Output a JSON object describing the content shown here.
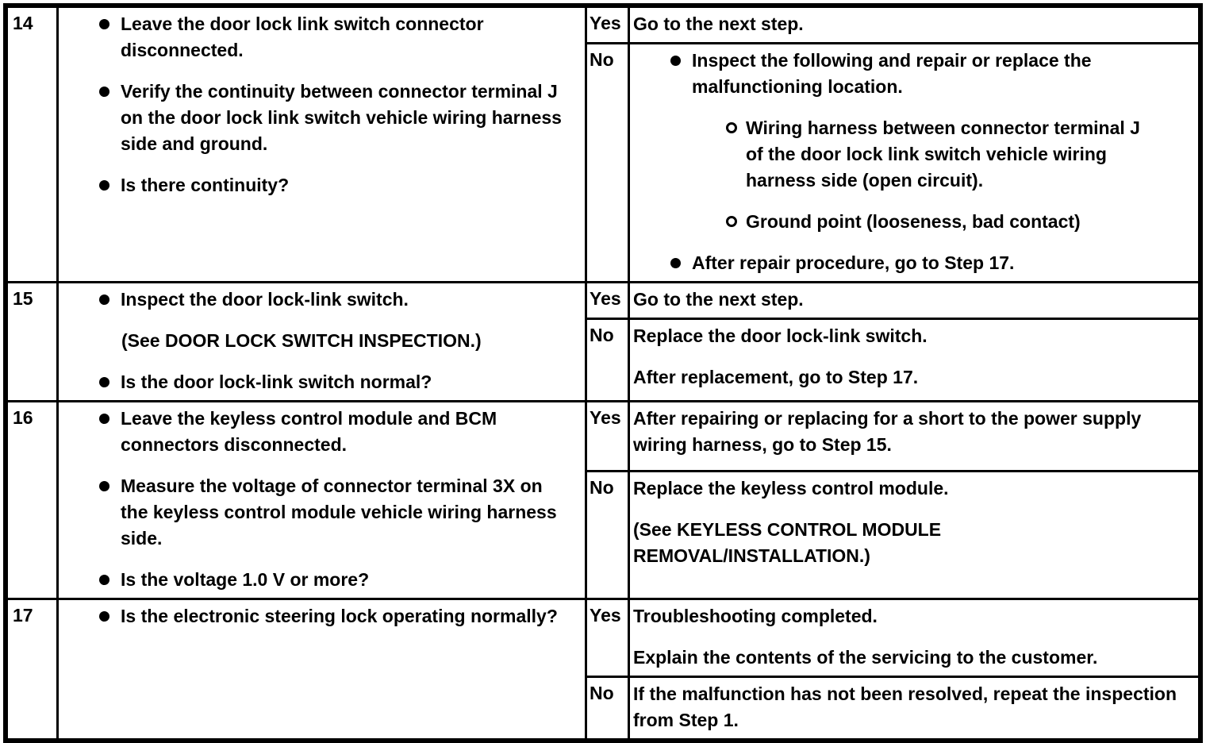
{
  "colors": {
    "ink": "#000000",
    "paper": "#ffffff"
  },
  "labels": {
    "yes": "Yes",
    "no": "No"
  },
  "steps": [
    {
      "number": "14",
      "action": [
        {
          "style": "bullet1",
          "text": "Leave the door lock link switch connector\ndisconnected."
        },
        {
          "style": "bullet1",
          "text": "Verify the continuity between connector terminal J\non the door lock link switch vehicle wiring harness\nside and ground."
        },
        {
          "style": "bullet1",
          "text": "Is there continuity?"
        }
      ],
      "yes": [
        {
          "style": "para",
          "text": "Go to the next step."
        }
      ],
      "no": [
        {
          "style": "bullet1",
          "text": "Inspect the following and repair or replace the\nmalfunctioning location."
        },
        {
          "style": "bullet2",
          "text": "Wiring harness between connector terminal J\nof the door lock link switch vehicle wiring\nharness side (open circuit)."
        },
        {
          "style": "bullet2",
          "text": "Ground point (looseness, bad contact)"
        },
        {
          "style": "bullet1",
          "text": "After repair procedure, go to Step 17."
        }
      ]
    },
    {
      "number": "15",
      "action": [
        {
          "style": "bullet1",
          "text": "Inspect the door lock-link switch."
        },
        {
          "style": "para-indent",
          "text": "(See DOOR LOCK SWITCH INSPECTION.)"
        },
        {
          "style": "bullet1",
          "text": "Is the door lock-link switch normal?"
        }
      ],
      "yes": [
        {
          "style": "para",
          "text": "Go to the next step."
        }
      ],
      "no": [
        {
          "style": "para",
          "text": "Replace the door lock-link switch."
        },
        {
          "style": "para",
          "text": "After replacement, go to Step 17."
        }
      ]
    },
    {
      "number": "16",
      "action": [
        {
          "style": "bullet1",
          "text": "Leave the keyless control module and BCM\nconnectors disconnected."
        },
        {
          "style": "bullet1",
          "text": "Measure the voltage of connector terminal 3X on\nthe keyless control module vehicle wiring harness\nside."
        },
        {
          "style": "bullet1",
          "text": "Is the voltage 1.0 V or more?"
        }
      ],
      "yes": [
        {
          "style": "para",
          "text": "After repairing or replacing for a short to the power supply\nwiring harness, go to Step 15."
        }
      ],
      "no": [
        {
          "style": "para",
          "text": "Replace the keyless control module."
        },
        {
          "style": "para",
          "text": "(See KEYLESS CONTROL MODULE\nREMOVAL/INSTALLATION.)"
        }
      ]
    },
    {
      "number": "17",
      "action": [
        {
          "style": "bullet1",
          "text": "Is the electronic steering lock operating normally?"
        }
      ],
      "yes": [
        {
          "style": "para",
          "text": "Troubleshooting completed."
        },
        {
          "style": "para",
          "text": "Explain the contents of the servicing to the customer."
        }
      ],
      "no": [
        {
          "style": "para",
          "text": "If the malfunction has not been resolved, repeat the inspection\nfrom Step 1."
        }
      ]
    }
  ]
}
